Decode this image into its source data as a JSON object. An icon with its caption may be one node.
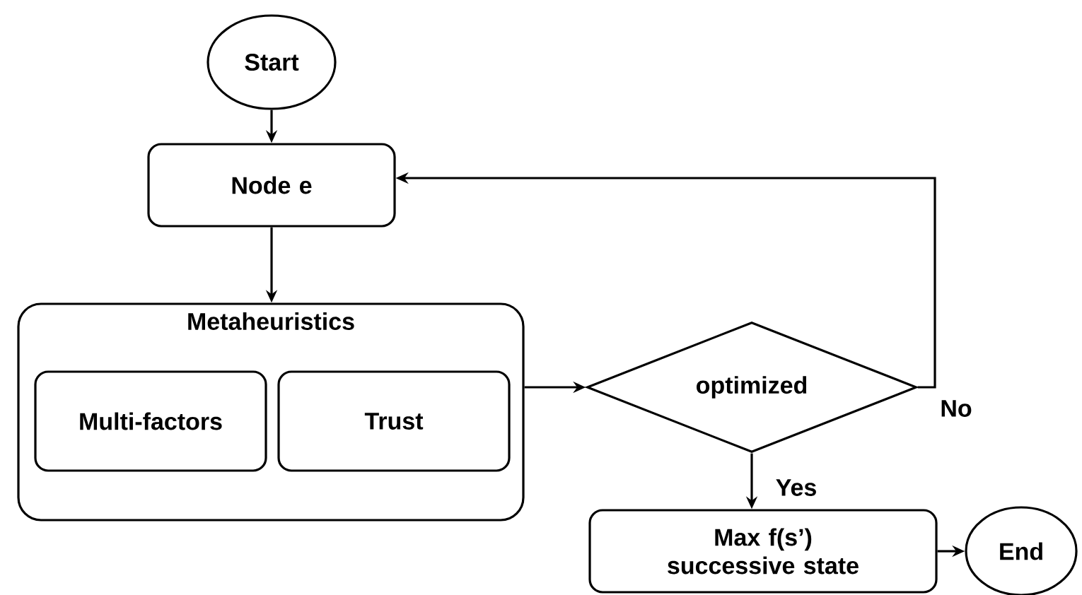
{
  "diagram": {
    "nodes": [
      {
        "text": [
          "Start"
        ]
      },
      {
        "text": [
          "Node e"
        ]
      },
      {
        "text": [
          "Metaheuristics"
        ]
      },
      {
        "text": [
          "Multi-factors"
        ],
        "in": 2
      },
      {
        "text": [
          "Trust"
        ],
        "in": 2
      },
      {
        "text": [
          "optimized"
        ]
      },
      {
        "text": [
          "Max f(s’) successive state"
        ]
      },
      {
        "text": [
          "End"
        ]
      }
    ],
    "edges": [
      {
        "from": 0,
        "to": 1,
        "arrow": "to"
      },
      {
        "from": 1,
        "to": 2,
        "arrow": "to"
      },
      {
        "from": 2,
        "to": 5,
        "arrow": "to"
      },
      {
        "from": 5,
        "to": 1,
        "arrow": "to",
        "label": "No"
      },
      {
        "from": 5,
        "to": 6,
        "arrow": "to",
        "label": "Yes"
      },
      {
        "from": 6,
        "to": 7,
        "arrow": "to"
      }
    ]
  }
}
